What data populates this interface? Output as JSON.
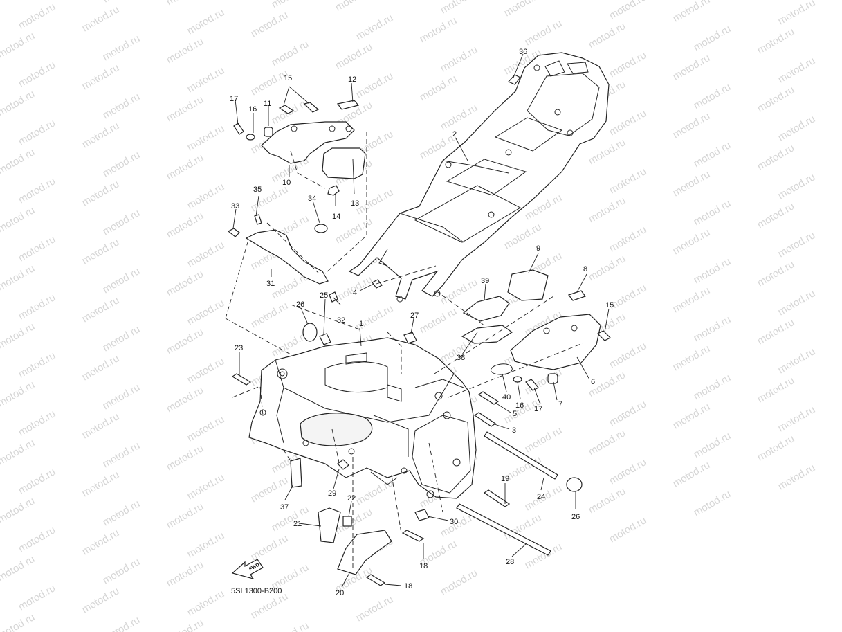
{
  "watermark": {
    "text": "motod.ru"
  },
  "diagram": {
    "reference_code": "5SL1300-B200",
    "fwd_label": "FWD",
    "callouts": [
      {
        "id": "c1",
        "label": "1"
      },
      {
        "id": "c2",
        "label": "2"
      },
      {
        "id": "c3",
        "label": "3"
      },
      {
        "id": "c4",
        "label": "4"
      },
      {
        "id": "c5",
        "label": "5"
      },
      {
        "id": "c6",
        "label": "6"
      },
      {
        "id": "c7",
        "label": "7"
      },
      {
        "id": "c8",
        "label": "8"
      },
      {
        "id": "c9",
        "label": "9"
      },
      {
        "id": "c10",
        "label": "10"
      },
      {
        "id": "c11",
        "label": "11"
      },
      {
        "id": "c12",
        "label": "12"
      },
      {
        "id": "c13",
        "label": "13"
      },
      {
        "id": "c14",
        "label": "14"
      },
      {
        "id": "c15a",
        "label": "15"
      },
      {
        "id": "c15b",
        "label": "15"
      },
      {
        "id": "c16a",
        "label": "16"
      },
      {
        "id": "c16b",
        "label": "16"
      },
      {
        "id": "c17a",
        "label": "17"
      },
      {
        "id": "c17b",
        "label": "17"
      },
      {
        "id": "c18a",
        "label": "18"
      },
      {
        "id": "c18b",
        "label": "18"
      },
      {
        "id": "c19",
        "label": "19"
      },
      {
        "id": "c20",
        "label": "20"
      },
      {
        "id": "c21",
        "label": "21"
      },
      {
        "id": "c22",
        "label": "22"
      },
      {
        "id": "c23",
        "label": "23"
      },
      {
        "id": "c24",
        "label": "24"
      },
      {
        "id": "c25",
        "label": "25"
      },
      {
        "id": "c26a",
        "label": "26"
      },
      {
        "id": "c26b",
        "label": "26"
      },
      {
        "id": "c27",
        "label": "27"
      },
      {
        "id": "c28",
        "label": "28"
      },
      {
        "id": "c29",
        "label": "29"
      },
      {
        "id": "c30",
        "label": "30"
      },
      {
        "id": "c31",
        "label": "31"
      },
      {
        "id": "c32",
        "label": "32"
      },
      {
        "id": "c33",
        "label": "33"
      },
      {
        "id": "c34",
        "label": "34"
      },
      {
        "id": "c35",
        "label": "35"
      },
      {
        "id": "c36",
        "label": "36"
      },
      {
        "id": "c37",
        "label": "37"
      },
      {
        "id": "c38",
        "label": "38"
      },
      {
        "id": "c39",
        "label": "39"
      },
      {
        "id": "c40",
        "label": "40"
      }
    ]
  }
}
